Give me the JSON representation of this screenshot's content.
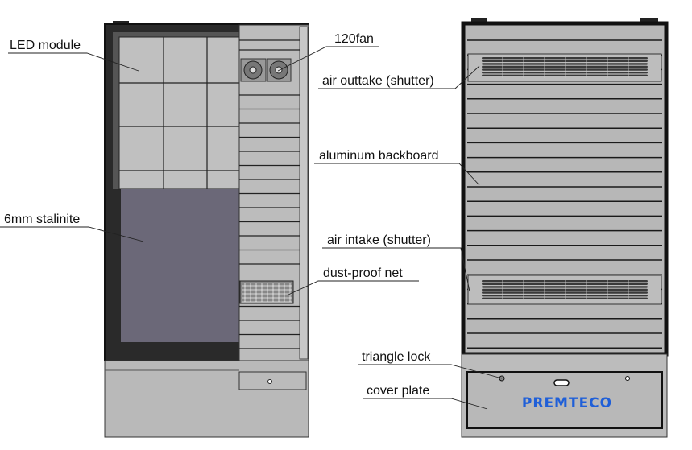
{
  "labels": {
    "led_module": "LED module",
    "fan": "120fan",
    "air_outtake": "air outtake (shutter)",
    "aluminum_backboard": "aluminum backboard",
    "stalinite": "6mm stalinite",
    "air_intake": "air intake (shutter)",
    "dust_net": "dust-proof net",
    "triangle_lock": "triangle lock",
    "cover_plate": "cover plate"
  },
  "brand": {
    "text": "PREMTECO",
    "color": "#1f5fd8"
  },
  "colors": {
    "panel": "#b4b4b4",
    "glass": "#6b6878",
    "frame": "#111111"
  }
}
